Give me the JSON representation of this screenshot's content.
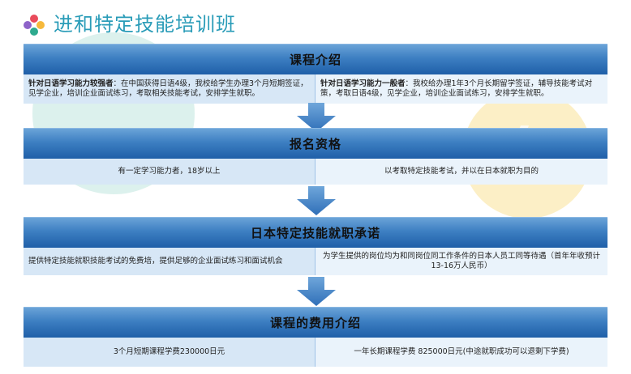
{
  "header": {
    "title": "进和特定技能培训班",
    "logo_icon": "four-dot-logo-icon",
    "logo_colors": [
      "#e94b5b",
      "#f6b93b",
      "#2eaa8e",
      "#8e63c9"
    ]
  },
  "colors": {
    "title": "#2a9cb8",
    "bar_top": "#6aa3d8",
    "bar_bottom": "#1f5fa8",
    "cell_left": "#d7e7f6",
    "cell_right": "#eaf3fb",
    "arrow": "#3f7fc6"
  },
  "sections": [
    {
      "heading": "课程介绍",
      "left_bold": "针对日语学习能力较强者",
      "left_text": "：在中国获得日语4级，我校给学生办理3个月短期签证，见学企业，培训企业面试练习，考取相关技能考试，安排学生就职。",
      "right_bold": "针对日语学习能力一般者",
      "right_text": "：我校给办理1年3个月长期留学签证，辅导技能考试对策，考取日语4级，见学企业，培训企业面试练习，安排学生就职。"
    },
    {
      "heading": "报名资格",
      "left_text": "有一定学习能力者，18岁以上",
      "right_text": "以考取特定技能考试，并以在日本就职为目的"
    },
    {
      "heading": "日本特定技能就职承诺",
      "left_text": "提供特定技能就职技能考试的免费培，提供足够的企业面试练习和面试机会",
      "right_text": "为学生提供的岗位均为和同岗位同工作条件的日本人员工同等待遇（首年年收预计13-16万人民币）"
    },
    {
      "heading": "课程的费用介绍",
      "left_text": "3个月短期课程学费230000日元",
      "right_text": "一年长期课程学费 825000日元(中途就职成功可以退剩下学费)"
    }
  ],
  "arrows": [
    "down-arrow-icon",
    "down-arrow-icon",
    "down-arrow-icon"
  ]
}
